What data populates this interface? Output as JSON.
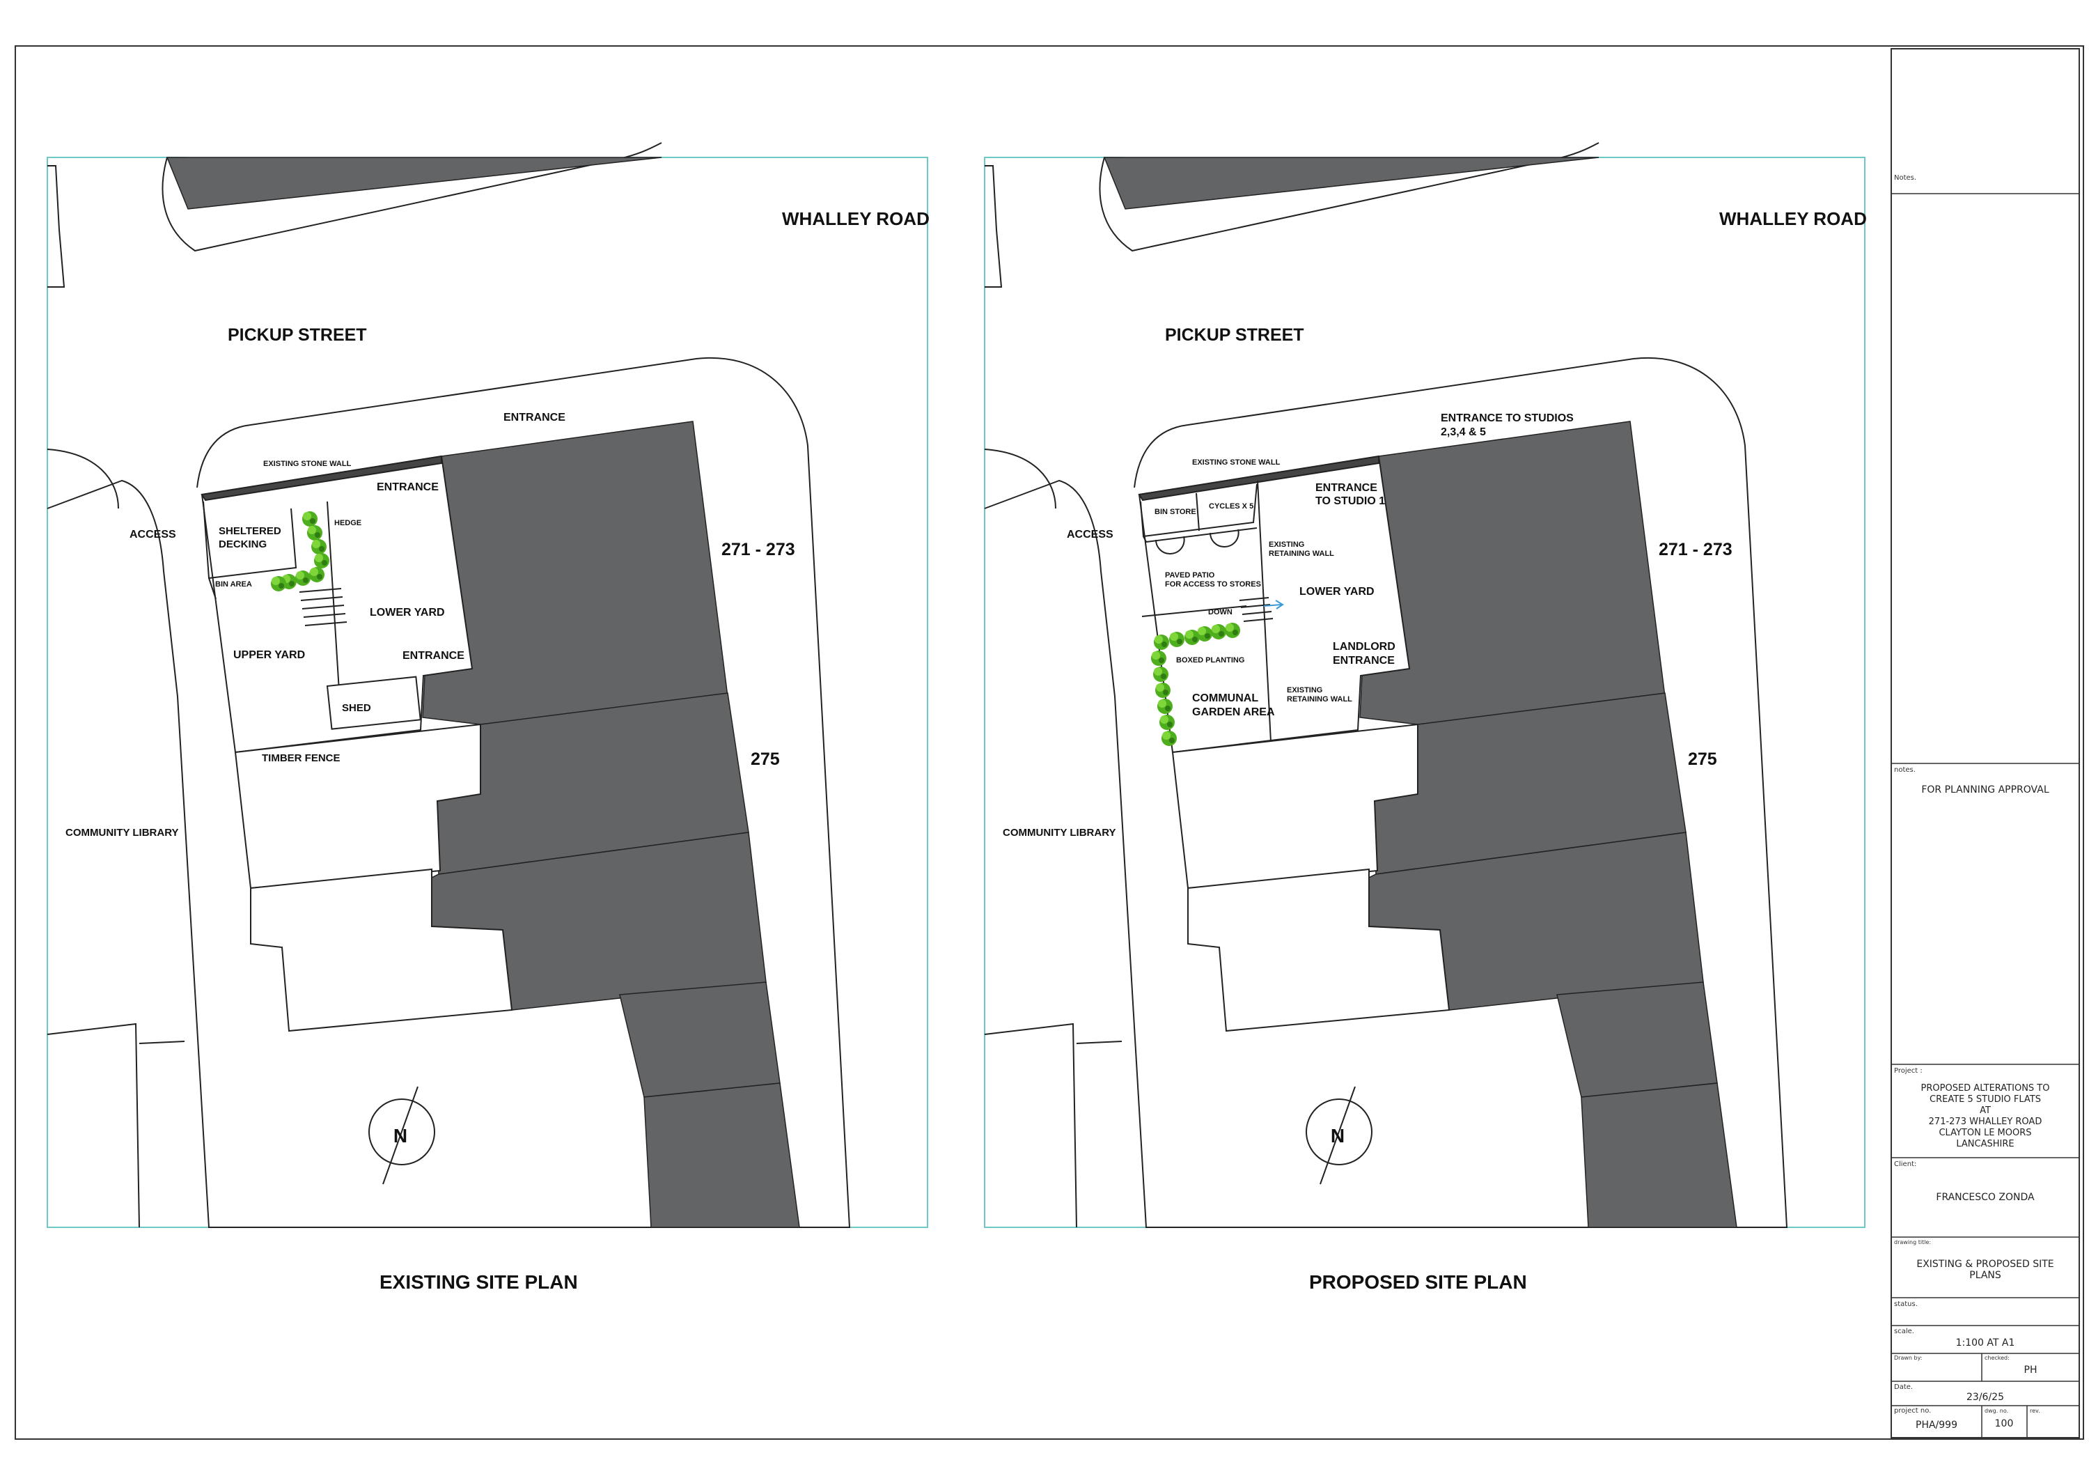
{
  "sheet": {
    "existing": {
      "title": "EXISTING SITE PLAN",
      "labels": {
        "whalley_road": "WHALLEY ROAD",
        "pickup_street": "PICKUP STREET",
        "entrance_top": "ENTRANCE",
        "stone_wall": "EXISTING STONE WALL",
        "entrance_inner": "ENTRANCE",
        "hedge": "HEDGE",
        "access": "ACCESS",
        "sheltered_1": "SHELTERED",
        "sheltered_2": "DECKING",
        "bin_area": "BIN AREA",
        "lower_yard": "LOWER YARD",
        "upper_yard": "UPPER YARD",
        "entrance_side": "ENTRANCE",
        "shed": "SHED",
        "timber_fence": "TIMBER FENCE",
        "no_271": "271 - 273",
        "no_275": "275",
        "library": "COMMUNITY LIBRARY",
        "north": "N"
      }
    },
    "proposed": {
      "title": "PROPOSED SITE PLAN",
      "labels": {
        "whalley_road": "WHALLEY ROAD",
        "pickup_street": "PICKUP STREET",
        "entrance_1": "ENTRANCE TO STUDIOS",
        "entrance_2": "2,3,4 & 5",
        "stone_wall": "EXISTING STONE WALL",
        "bin_store": "BIN STORE",
        "cycles": "CYCLES X 5",
        "studio1_1": "ENTRANCE",
        "studio1_2": "TO STUDIO 1",
        "ret_wall_1a": "EXISTING",
        "ret_wall_1b": "RETAINING WALL",
        "access": "ACCESS",
        "paved_1": "PAVED PATIO",
        "paved_2": "FOR ACCESS TO STORES",
        "lower_yard": "LOWER YARD",
        "down": "DOWN",
        "landlord_1": "LANDLORD",
        "landlord_2": "ENTRANCE",
        "boxed": "BOXED PLANTING",
        "communal_1": "COMMUNAL",
        "communal_2": "GARDEN AREA",
        "ret_wall_2a": "EXISTING",
        "ret_wall_2b": "RETAINING WALL",
        "no_271": "271 - 273",
        "no_275": "275",
        "library": "COMMUNITY LIBRARY",
        "north": "N"
      }
    }
  },
  "title_block": {
    "notes_label": "Notes.",
    "notes2_label": "notes.",
    "notes2_value": "FOR PLANNING APPROVAL",
    "project_label": "Project :",
    "project_lines": [
      "PROPOSED ALTERATIONS TO",
      "CREATE 5 STUDIO FLATS",
      "AT",
      "271-273 WHALLEY ROAD",
      "CLAYTON LE MOORS",
      "LANCASHIRE"
    ],
    "client_label": "Client:",
    "client_value": "FRANCESCO ZONDA",
    "drawing_title_label": "drawing title:",
    "drawing_title_lines": [
      "EXISTING & PROPOSED SITE",
      "PLANS"
    ],
    "status_label": "status.",
    "scale_label": "scale.",
    "scale_value": "1:100 AT A1",
    "drawn_label": "Drawn by:",
    "checked_label": "checked:",
    "checked_value": "PH",
    "date_label": "Date.",
    "date_value": "23/6/25",
    "project_no_label": "project no.",
    "project_no_value": "PHA/999",
    "dwg_no_label": "dwg. no.",
    "dwg_no_value": "100",
    "rev_label": "rev."
  }
}
